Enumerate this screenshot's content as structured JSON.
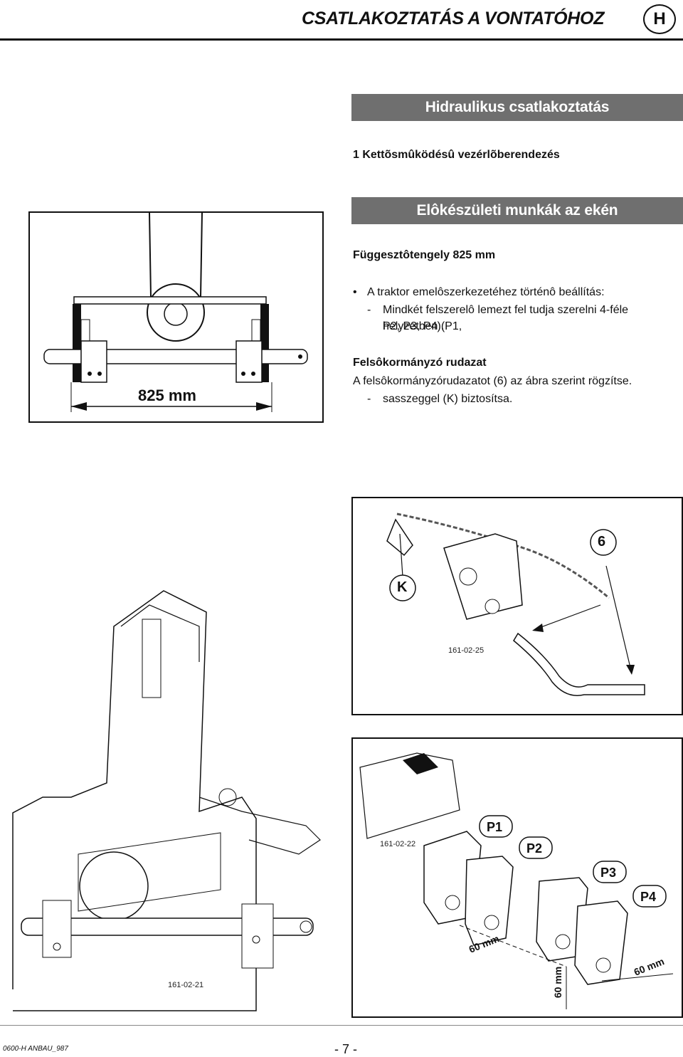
{
  "header": {
    "title": "CSATLAKOZTATÁS A VONTATÓHOZ",
    "lang": "H"
  },
  "section_bar_1": "Hidraulikus csatlakoztatás",
  "subheading_1": "1 Kettõsmûködésû vezérlõberendezés",
  "section_bar_2": "Elôkészületi munkák az ekén",
  "subheading_2": "Függesztôtengely 825 mm",
  "bullet": "A traktor emelôszerkezetéhez történô beállítás:",
  "dash_1_line1": "Mindkét felszerelô lemezt fel tudja szerelni 4-féle helyzetben (P1,",
  "dash_1_line2": "P2, P3, P4).",
  "subheading_3": "Felsôkormányzó rudazat",
  "para_2": "A felsôkormányzórudazatot (6) az ábra szerint rögzítse.",
  "dash_2": "sasszeggel (K) biztosítsa.",
  "fig1": {
    "dimension": "825 mm"
  },
  "fig2": {
    "label_6": "6",
    "label_k": "K",
    "code": "161-02-25"
  },
  "fig3": {
    "code": "161-02-21"
  },
  "fig4": {
    "code": "161-02-22",
    "p1": "P1",
    "p2": "P2",
    "p3": "P3",
    "p4": "P4",
    "dim_a": "60 mm",
    "dim_b": "60 mm",
    "dim_c": "60 mm"
  },
  "footer": {
    "doc_code": "0600-H ANBAU_987",
    "page": "- 7 -"
  }
}
